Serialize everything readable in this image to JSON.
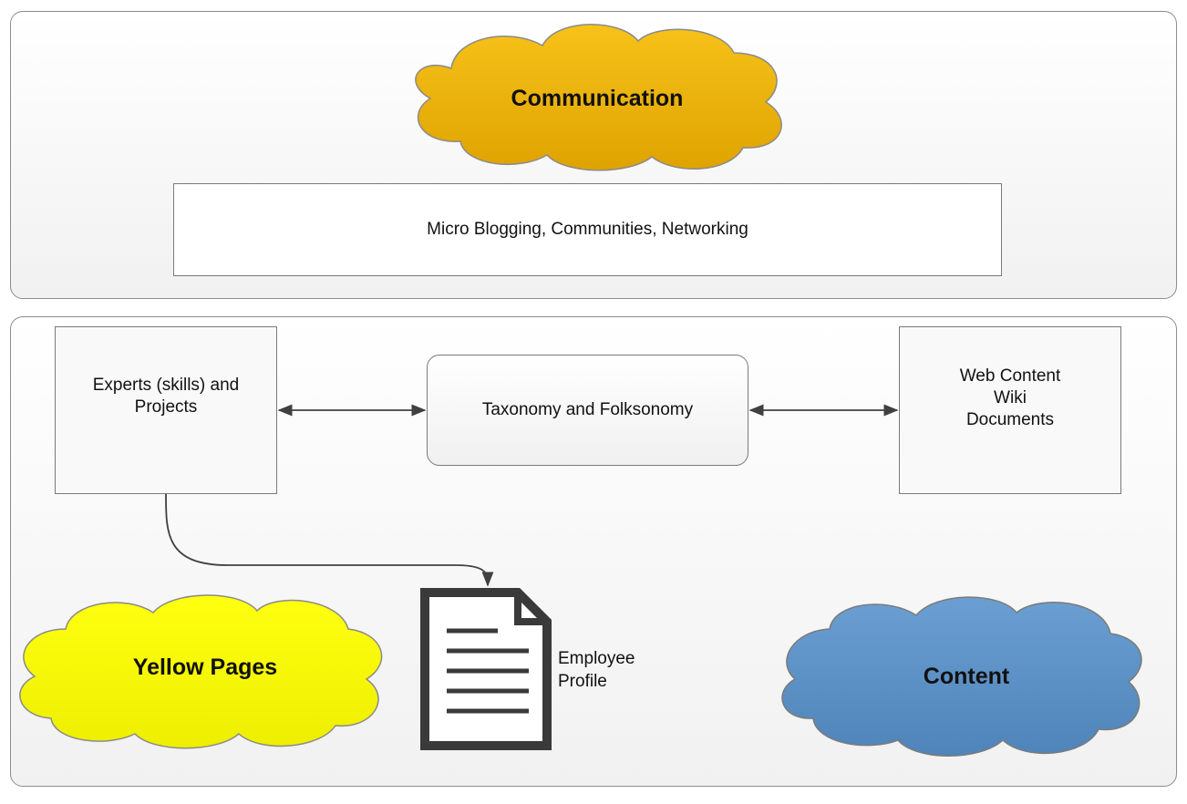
{
  "communication": {
    "cloud_label": "Communication",
    "color": "#f2b100"
  },
  "micro_box": {
    "text": "Micro Blogging, Communities, Networking"
  },
  "experts": {
    "line1": "Experts (skills) and",
    "line2": "Projects"
  },
  "taxonomy": {
    "text": "Taxonomy and Folksonomy"
  },
  "web_content": {
    "line1": "Web Content",
    "line2": "Wiki",
    "line3": "Documents"
  },
  "yellow_pages": {
    "cloud_label": "Yellow Pages",
    "color": "#ffff00"
  },
  "content": {
    "cloud_label": "Content",
    "color": "#5b8fc4"
  },
  "employee_profile": {
    "line1": "Employee",
    "line2": "Profile",
    "icon": "document-icon"
  },
  "colors": {
    "panel_border": "#8c8c8c",
    "arrow": "#404040",
    "document_icon": "#3a3a3a"
  }
}
